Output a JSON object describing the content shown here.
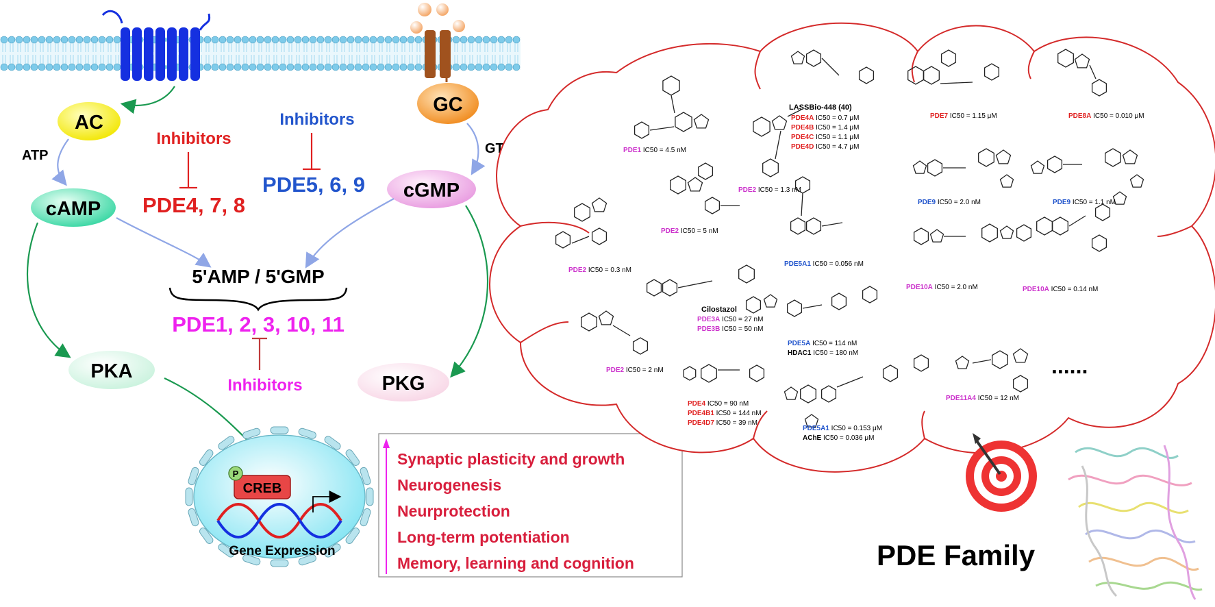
{
  "pathway": {
    "ac": "AC",
    "gc": "GC",
    "atp": "ATP",
    "gtp": "GTP",
    "camp": "cAMP",
    "cgmp": "cGMP",
    "pka": "PKA",
    "pkg": "PKG",
    "amp_gmp": "5'AMP / 5'GMP",
    "inhibitors_red": "Inhibitors",
    "pde_red": "PDE4, 7, 8",
    "inhibitors_blue": "Inhibitors",
    "pde_blue": "PDE5, 6, 9",
    "inhibitors_magenta": "Inhibitors",
    "pde_magenta": "PDE1, 2, 3, 10, 11",
    "p_label": "P",
    "creb": "CREB",
    "gene_expression": "Gene Expression"
  },
  "effects": [
    "Synaptic plasticity and growth",
    "Neurogenesis",
    "Neurprotection",
    "Long-term potentiation",
    "Memory, learning and cognition"
  ],
  "cloud": {
    "title": "PDE Family",
    "ellipsis": "......",
    "compounds": [
      {
        "id": "pde1",
        "name": "PDE1",
        "value": " IC50 = 4.5 nM",
        "color": "#cc33cc"
      },
      {
        "id": "pde2a",
        "name": "PDE2",
        "value": " IC50 = 1.3 nM",
        "color": "#cc33cc"
      },
      {
        "id": "lassbio",
        "name": "LASSBio-448 (40)",
        "value": "",
        "color": "#000000"
      },
      {
        "id": "pde4a",
        "name": "PDE4A",
        "value": " IC50 = 0.7 μM",
        "color": "#e02020"
      },
      {
        "id": "pde4b",
        "name": "PDE4B",
        "value": " IC50 = 1.4 μM",
        "color": "#e02020"
      },
      {
        "id": "pde4c",
        "name": "PDE4C",
        "value": " IC50 = 1.1 μM",
        "color": "#e02020"
      },
      {
        "id": "pde4d",
        "name": "PDE4D",
        "value": " IC50 = 4.7 μM",
        "color": "#e02020"
      },
      {
        "id": "pde7",
        "name": "PDE7",
        "value": " IC50 = 1.15 μM",
        "color": "#e02020"
      },
      {
        "id": "pde8a",
        "name": "PDE8A",
        "value": " IC50 = 0.010 μM",
        "color": "#e02020"
      },
      {
        "id": "pde9a",
        "name": "PDE9",
        "value": " IC50 = 2.0 nM",
        "color": "#2255cc"
      },
      {
        "id": "pde9b",
        "name": "PDE9",
        "value": " IC50 = 1.1 nM",
        "color": "#2255cc"
      },
      {
        "id": "pde2b",
        "name": "PDE2",
        "value": " IC50 = 0.3 nM",
        "color": "#cc33cc"
      },
      {
        "id": "pde2c",
        "name": "PDE2",
        "value": " IC50 = 5 nM",
        "color": "#cc33cc"
      },
      {
        "id": "pde5a1a",
        "name": "PDE5A1",
        "value": " IC50 = 0.056 nM",
        "color": "#2255cc"
      },
      {
        "id": "pde10a1",
        "name": "PDE10A",
        "value": " IC50 = 2.0 nM",
        "color": "#cc33cc"
      },
      {
        "id": "pde10a2",
        "name": "PDE10A",
        "value": " IC50 = 0.14 nM",
        "color": "#cc33cc"
      },
      {
        "id": "cilostazol",
        "name": "Cilostazol",
        "value": "",
        "color": "#000000"
      },
      {
        "id": "pde3a",
        "name": "PDE3A",
        "value": " IC50 = 27 nM",
        "color": "#cc33cc"
      },
      {
        "id": "pde3b",
        "name": "PDE3B",
        "value": " IC50 = 50 nM",
        "color": "#cc33cc"
      },
      {
        "id": "pde5a",
        "name": "PDE5A",
        "value": " IC50 = 114 nM",
        "color": "#2255cc"
      },
      {
        "id": "hdac1",
        "name": "HDAC1",
        "value": " IC50 = 180 nM",
        "color": "#000000"
      },
      {
        "id": "pde2d",
        "name": "PDE2",
        "value": " IC50 = 2 nM",
        "color": "#cc33cc"
      },
      {
        "id": "pde4",
        "name": "PDE4",
        "value": " IC50 = 90 nM",
        "color": "#e02020"
      },
      {
        "id": "pde4b1",
        "name": "PDE4B1",
        "value": " IC50 = 144 nM",
        "color": "#e02020"
      },
      {
        "id": "pde4d7",
        "name": "PDE4D7",
        "value": " IC50 = 39 nM",
        "color": "#e02020"
      },
      {
        "id": "pde5a1b",
        "name": "PDE5A1",
        "value": " IC50 = 0.153 μM",
        "color": "#2255cc"
      },
      {
        "id": "ache",
        "name": "AChE",
        "value": " IC50 = 0.036 μM",
        "color": "#000000"
      },
      {
        "id": "pde11a4",
        "name": "PDE11A4",
        "value": " IC50 = 12 nM",
        "color": "#cc33cc"
      }
    ]
  },
  "colors": {
    "red": "#e02020",
    "blue": "#2255cc",
    "magenta": "#ee22ee",
    "green": "#1a9950",
    "membrane": "#7ecbea",
    "receptor": "#1530e0",
    "channel": "#a0521e",
    "cloud_outline": "#d42a2a"
  }
}
